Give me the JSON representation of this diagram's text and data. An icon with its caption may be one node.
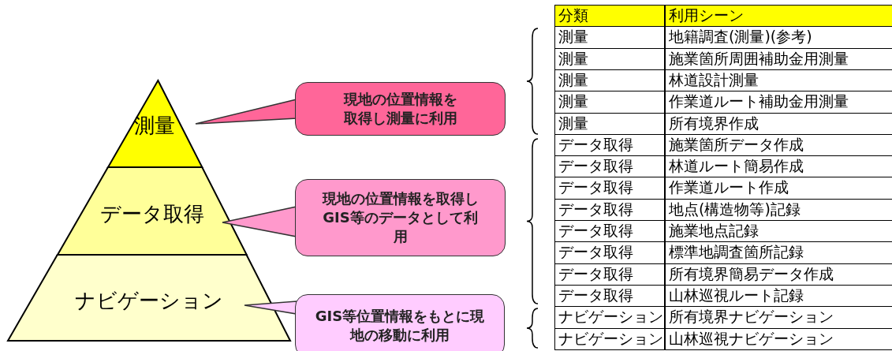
{
  "diagram": {
    "nodes": [
      {
        "text": [
          "測量"
        ]
      },
      {
        "text": [
          "データ取得"
        ]
      },
      {
        "text": [
          "ナビゲーション"
        ]
      },
      {
        "text": [
          "現地の位置情報を取得し測量に利用"
        ]
      },
      {
        "text": [
          "現地の位置情報を取得しGIS等のデータとして利用"
        ]
      },
      {
        "text": [
          "GIS等位置情報をもとに現地の移動に利用"
        ]
      }
    ],
    "edges": [
      {
        "from": 3,
        "to": 0,
        "arrow": "none"
      },
      {
        "from": 4,
        "to": 1,
        "arrow": "none"
      },
      {
        "from": 5,
        "to": 2,
        "arrow": "none"
      }
    ],
    "labels": [
      "分類",
      "利用シーン",
      "測量",
      "地籍調査(測量)(参考)",
      "測量",
      "施業箇所周囲補助金用測量",
      "測量",
      "林道設計測量",
      "測量",
      "作業道ルート補助金用測量",
      "測量",
      "所有境界作成",
      "データ取得",
      "施業箇所データ作成",
      "データ取得",
      "林道ルート簡易作成",
      "データ取得",
      "作業道ルート作成",
      "データ取得",
      "地点(構造物等)記録",
      "データ取得",
      "施業地点記録",
      "データ取得",
      "標準地調査箇所記録",
      "データ取得",
      "所有境界簡易データ作成",
      "データ取得",
      "山林巡視ルート記録",
      "ナビゲーション",
      "所有境界ナビゲーション",
      "ナビゲーション",
      "山林巡視ナビゲーション"
    ]
  }
}
